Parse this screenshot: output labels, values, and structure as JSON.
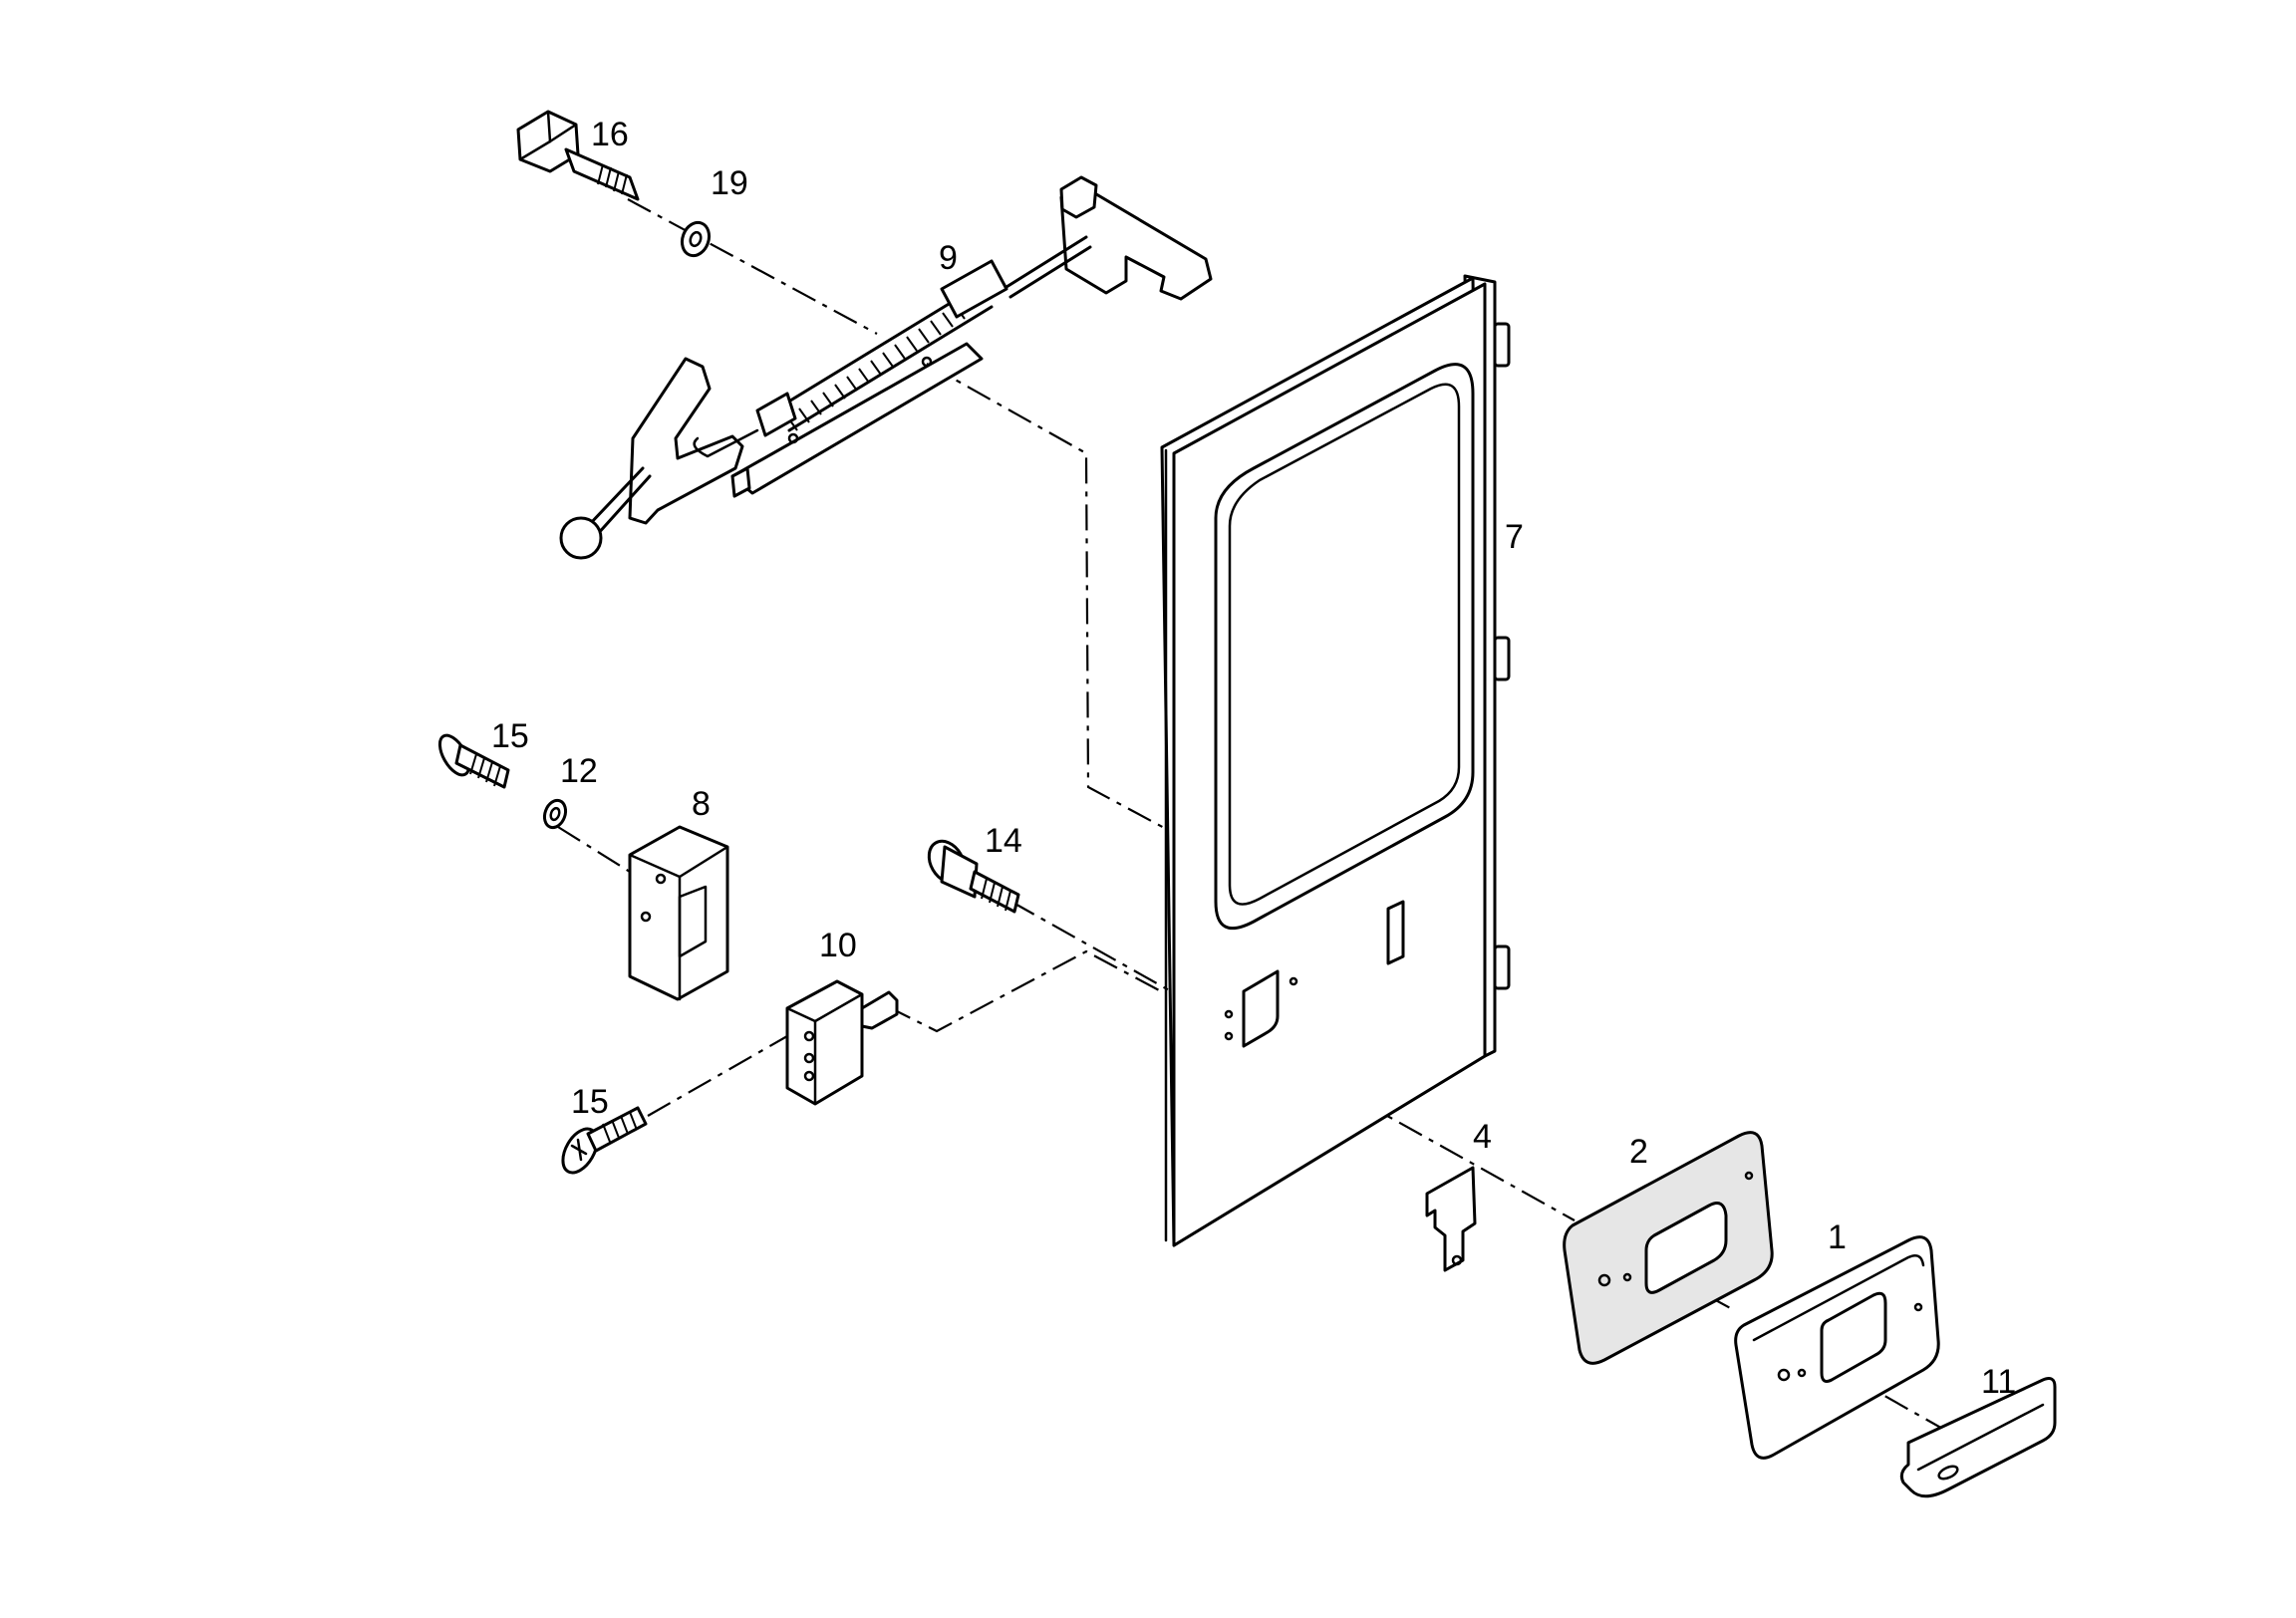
{
  "diagram": {
    "callouts": {
      "p1": "1",
      "p2": "2",
      "p4": "4",
      "p7": "7",
      "p8": "8",
      "p9": "9",
      "p10": "10",
      "p11": "11",
      "p12": "12",
      "p14": "14",
      "p15a": "15",
      "p15b": "15",
      "p16": "16",
      "p19": "19"
    }
  }
}
